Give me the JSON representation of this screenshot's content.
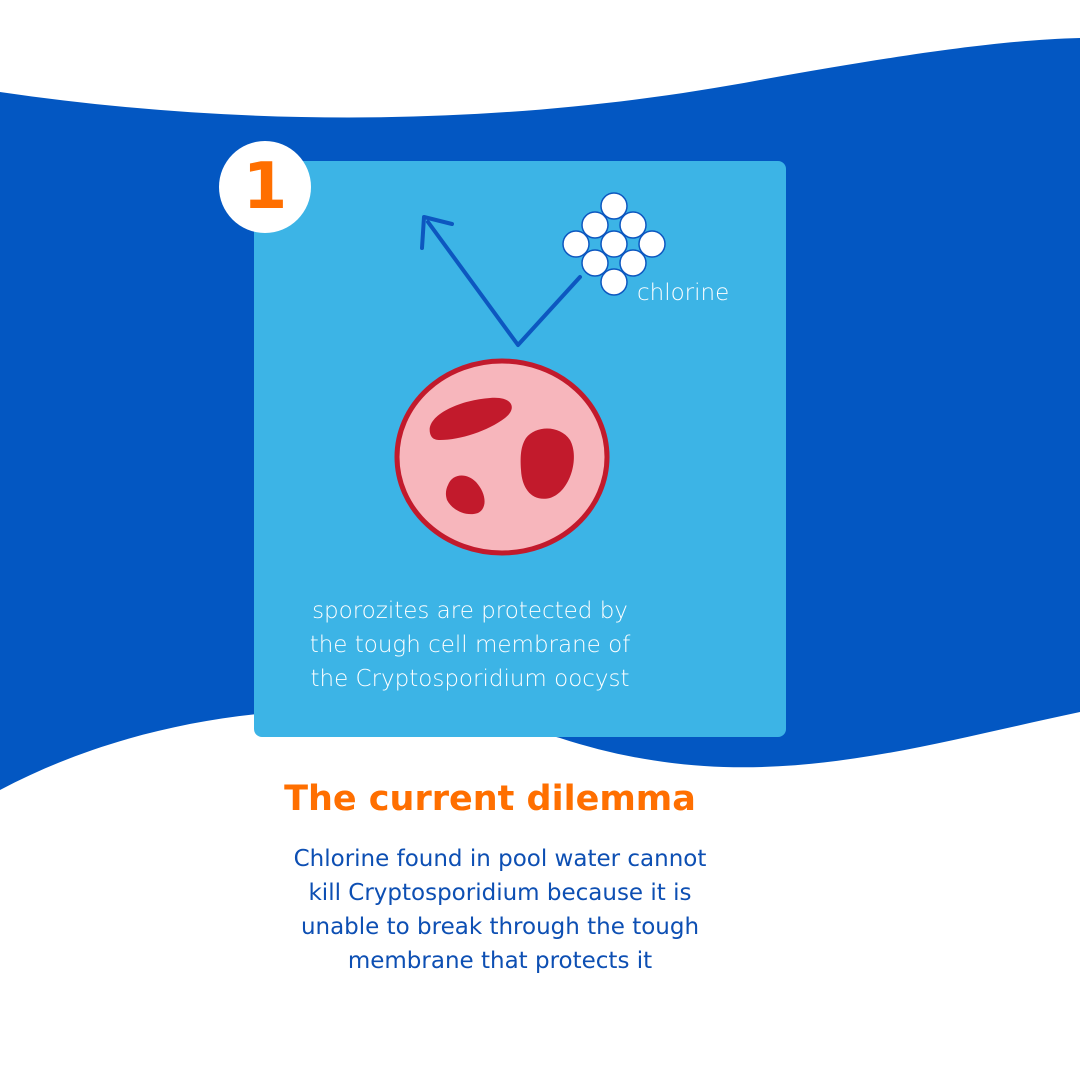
{
  "colors": {
    "background": "#ffffff",
    "wave_blue": "#0357c2",
    "panel_blue": "#3cb4e6",
    "accent_orange": "#ff6f00",
    "text_blue": "#0d4fb3",
    "cell_fill": "#f7b6bc",
    "cell_outline": "#c21a2c",
    "arrow_blue": "#0d57c0",
    "molecule_white": "#ffffff"
  },
  "step": {
    "number": "1"
  },
  "diagram": {
    "chlorine_label": "chlorine",
    "caption_lines": [
      "sporozites are protected by",
      "the tough cell membrane of",
      "the Cryptosporidium oocyst"
    ],
    "icons": [
      "chlorine-molecule-icon",
      "deflection-arrow-icon",
      "oocyst-cell-icon"
    ]
  },
  "section": {
    "title": "The current dilemma",
    "body_lines": [
      "Chlorine found in pool water cannot",
      "kill Cryptosporidium because it is",
      "unable to break through the tough",
      "membrane that protects it"
    ]
  }
}
